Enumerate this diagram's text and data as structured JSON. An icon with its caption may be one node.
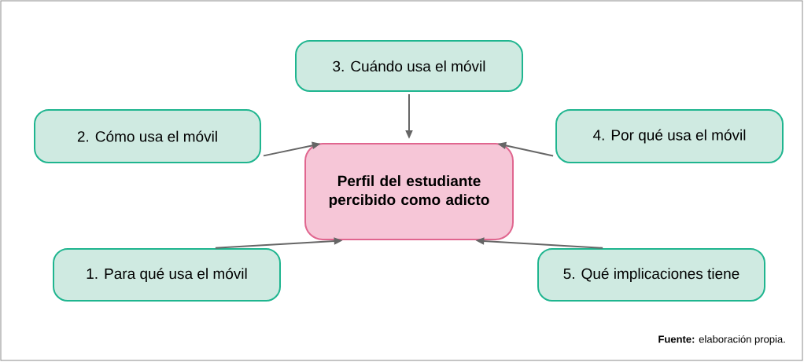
{
  "diagram": {
    "nodes": [
      {
        "text": [
          "3. Cuándo usa el móvil"
        ]
      },
      {
        "text": [
          "2. Cómo usa el móvil"
        ]
      },
      {
        "text": [
          "4. Por qué usa el móvil"
        ]
      },
      {
        "text": [
          "Perfil del estudiante percibido como adicto"
        ]
      },
      {
        "text": [
          "1. Para qué usa el móvil"
        ]
      },
      {
        "text": [
          "5. Qué implicaciones tiene"
        ]
      }
    ],
    "edges": [
      {
        "from": 0,
        "to": 3,
        "arrow": "to"
      },
      {
        "from": 1,
        "to": 3,
        "arrow": "to"
      },
      {
        "from": 2,
        "to": 3,
        "arrow": "to"
      },
      {
        "from": 4,
        "to": 3,
        "arrow": "to"
      },
      {
        "from": 5,
        "to": 3,
        "arrow": "to"
      }
    ],
    "labels": [
      "**Fuente:** elaboración propia."
    ]
  }
}
